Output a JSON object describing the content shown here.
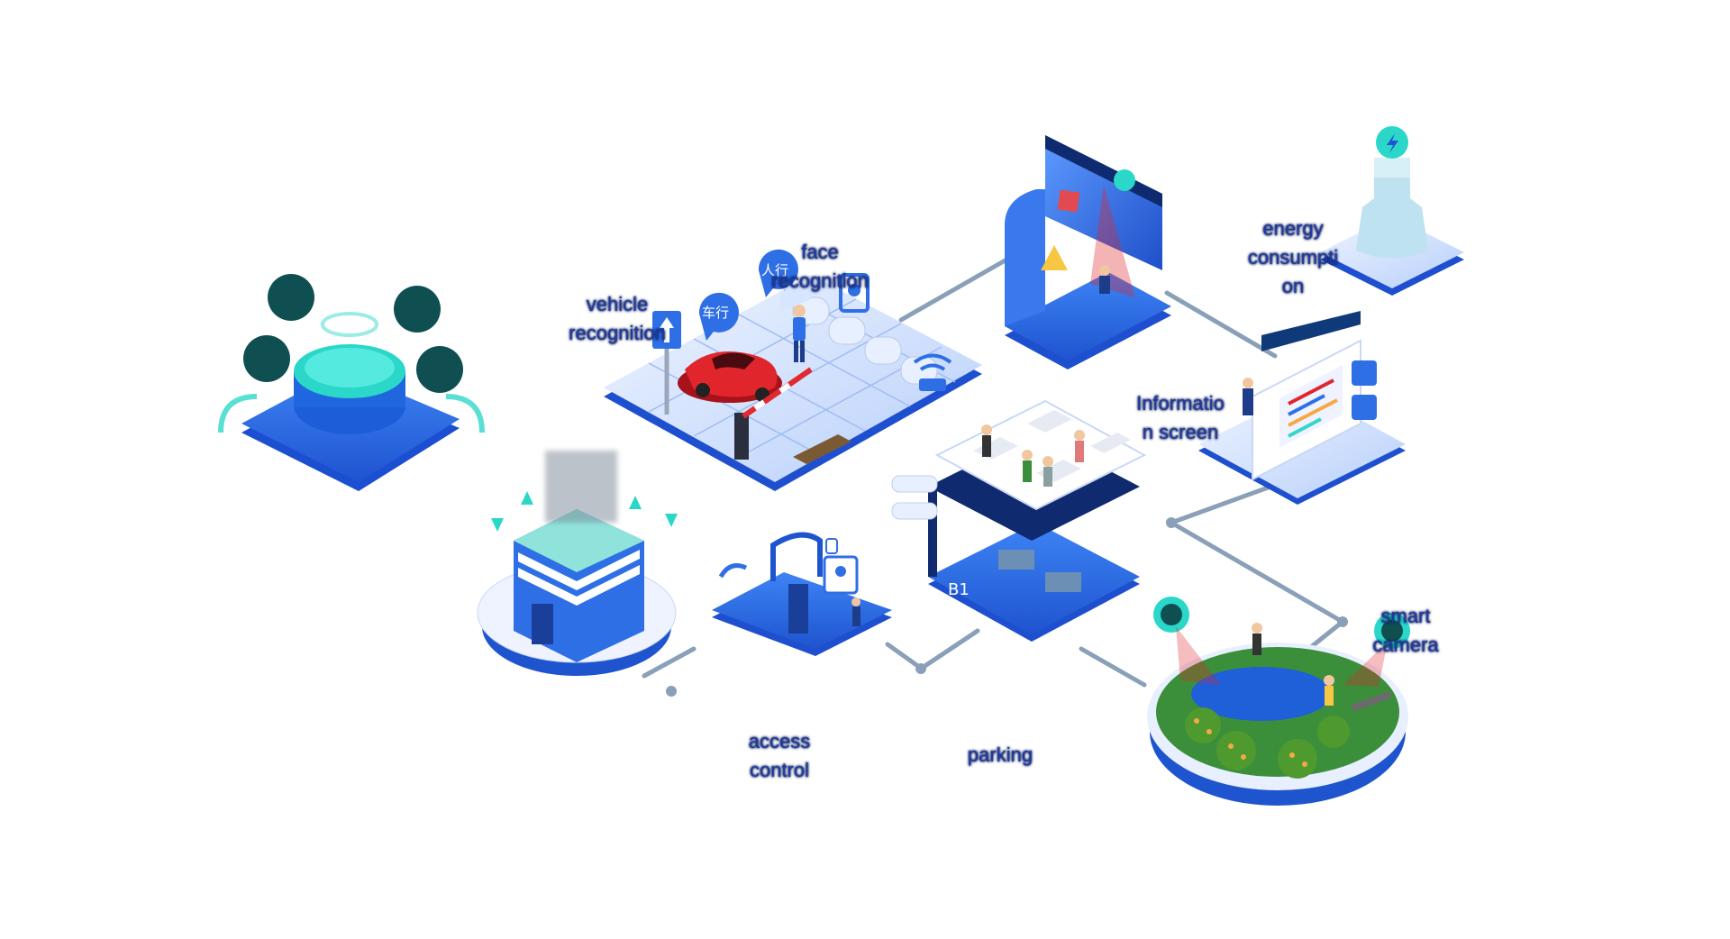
{
  "diagram": {
    "labels": {
      "face_recognition": [
        "face",
        "recognition"
      ],
      "vehicle_recognition": [
        "vehicle",
        "recognition"
      ],
      "energy_consumption": [
        "energy",
        "consumpti",
        "on"
      ],
      "information_screen": [
        "Informatio",
        "n screen"
      ],
      "smart_camera": [
        "smart",
        "camera"
      ],
      "access_control": [
        "access",
        "control"
      ],
      "parking": [
        "parking"
      ]
    },
    "signs": {
      "vehicle_lane": "车行",
      "pedestrian_lane": "人行",
      "floor_b1": "B1"
    },
    "colors": {
      "platform_blue": "#2f6fe6",
      "platform_light": "#d8e6ff",
      "teal": "#35d6c8",
      "dark_teal": "#0f4f52",
      "label_text": "#1f3a9e",
      "connector": "#8aa0b8",
      "car_red": "#e0262c",
      "grass_green": "#3b8f3a"
    },
    "icons": [
      "server-dome-icon",
      "barrier-gate-icon",
      "turnstile-icon",
      "info-screen-icon",
      "energy-tower-icon",
      "elevator-building-icon",
      "access-gate-icon",
      "parking-garage-icon",
      "park-pond-icon",
      "camera-icon"
    ]
  }
}
